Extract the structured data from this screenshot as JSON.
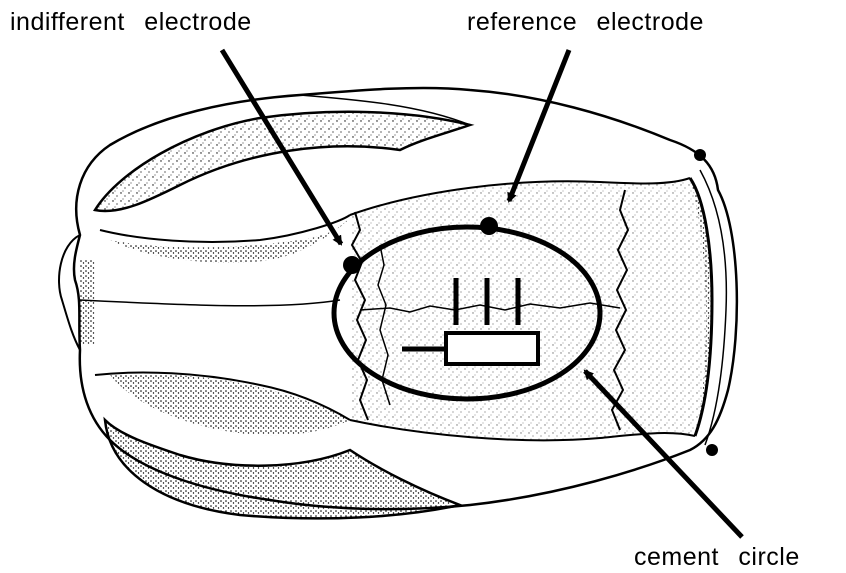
{
  "labels": {
    "indifferent_electrode": "indifferent electrode",
    "reference_electrode": "reference electrode",
    "cement_circle": "cement circle"
  },
  "colors": {
    "ink": "#000000",
    "paper": "#ffffff"
  }
}
